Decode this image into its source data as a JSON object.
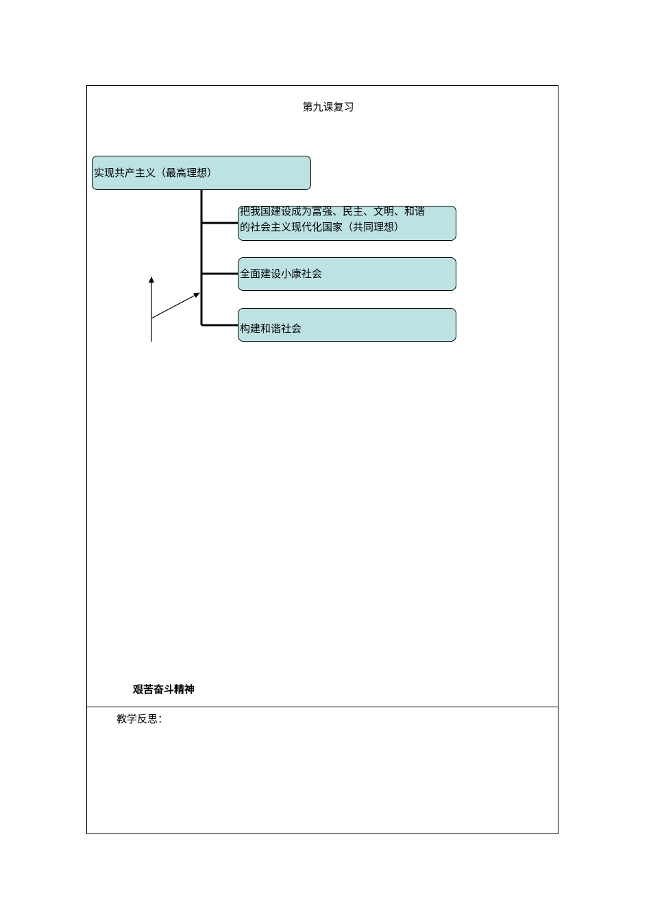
{
  "title": "第九课复习",
  "diagram": {
    "top_box": "实现共产主义（最高理想）",
    "child_boxes": [
      {
        "line1": "把我国建设成为富强、民主、文明、和谐",
        "line2": "的社会主义现代化国家（共同理想）"
      },
      {
        "text": "全面建设小康社会"
      },
      {
        "text": "构建和谐社会"
      }
    ],
    "box_fill": "#bde2e4"
  },
  "spirit_label": "艰苦奋斗精神",
  "reflection_label": "教学反思："
}
